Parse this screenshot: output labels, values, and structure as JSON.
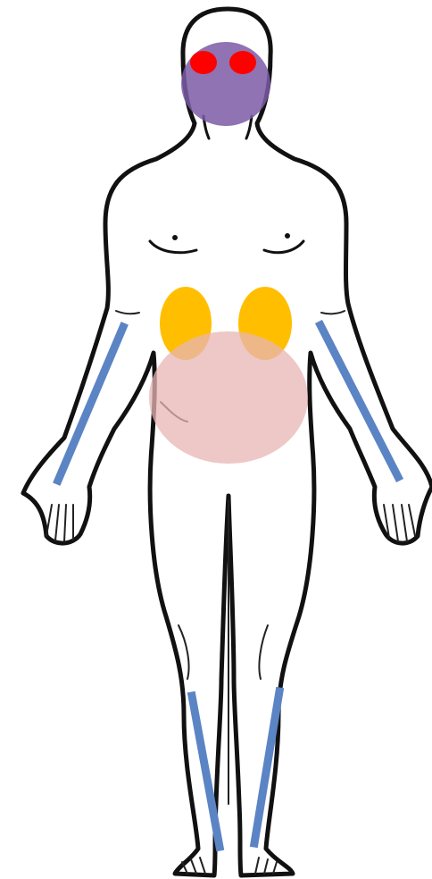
{
  "diagram": {
    "type": "human-body-anterior-view",
    "highlighted_regions": [
      {
        "region": "head",
        "color": "#7b5aa6"
      },
      {
        "region": "eyes",
        "color": "#ff0000"
      },
      {
        "region": "kidneys",
        "color": "#ffbf00"
      },
      {
        "region": "lower-abdomen",
        "color": "#e8b4b4"
      },
      {
        "region": "forearms",
        "color": "#5b84c4"
      },
      {
        "region": "lower-legs",
        "color": "#5b84c4"
      }
    ]
  }
}
